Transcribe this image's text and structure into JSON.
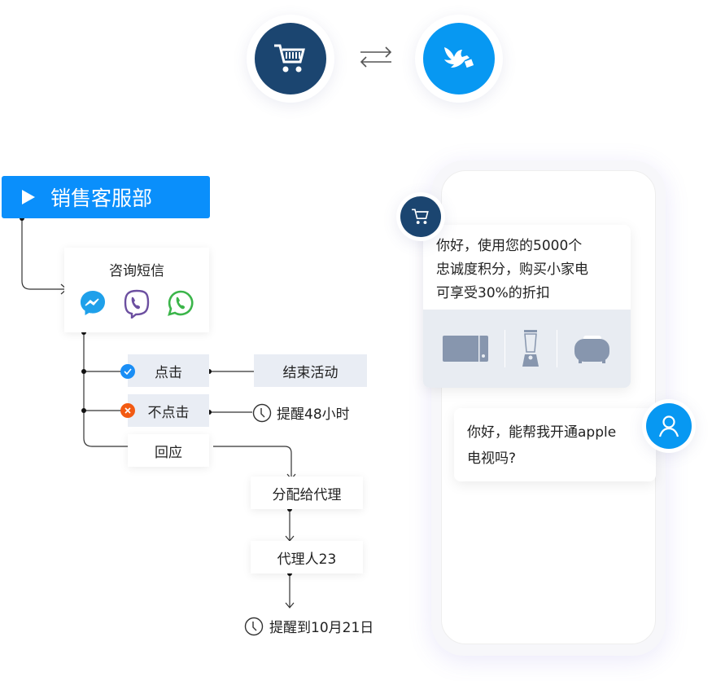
{
  "colors": {
    "navy": "#1b4570",
    "blue": "#0798f2",
    "banner": "#0a8ffb",
    "gray_box": "#e9edf4",
    "appliance": "#8796ae",
    "messenger": "#1fa0ea",
    "viber": "#6c4fa0",
    "whatsapp": "#3bb54a",
    "check": "#1a8ef5",
    "cross": "#f25a12"
  },
  "top": {
    "left_icon": "shopping-cart-icon",
    "swap_icon": "swap-arrows-icon",
    "right_icon": "dove-message-icon"
  },
  "flow": {
    "banner": "销售客服部",
    "sms_node": "咨询短信",
    "channels": [
      "messenger-icon",
      "viber-icon",
      "whatsapp-icon"
    ],
    "click": "点击",
    "end_campaign": "结束活动",
    "no_click": "不点击",
    "remind_48": "提醒48小时",
    "reply": "回应",
    "assign": "分配给代理",
    "agent": "代理人23",
    "remind_date": "提醒到10月21日"
  },
  "chat": {
    "bot_message": [
      "你好，使用您的5000个",
      "忠诚度积分，购买小家电",
      "可享受30%的折扣"
    ],
    "products": [
      "microwave-icon",
      "blender-icon",
      "toaster-icon"
    ],
    "user_message": [
      "你好，能帮我开通apple",
      "电视吗?"
    ]
  }
}
